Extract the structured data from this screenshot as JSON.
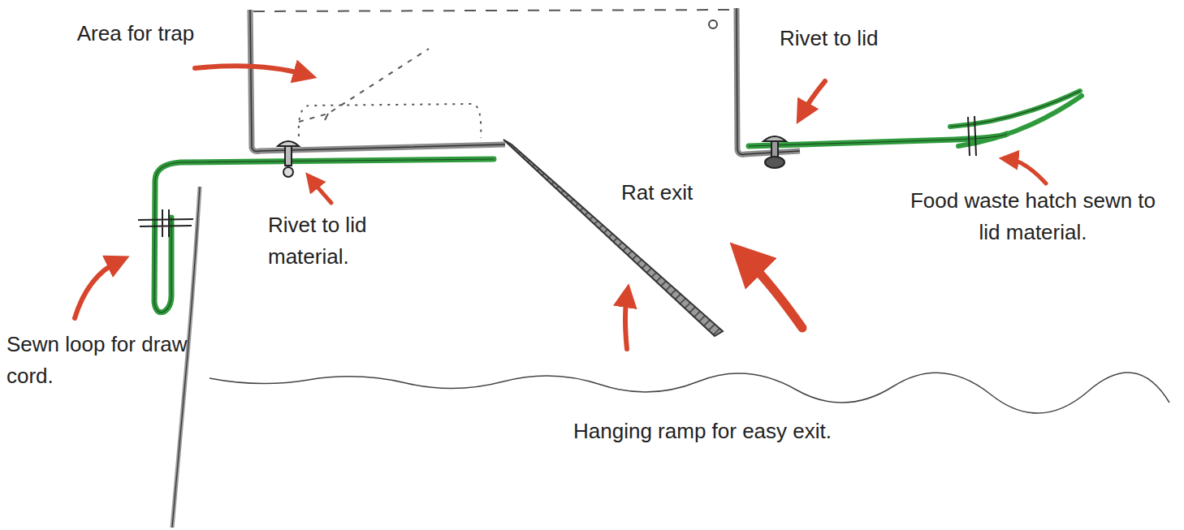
{
  "diagram": {
    "labels": [
      "Area for trap",
      "Rivet to lid material.",
      "Rat exit",
      "Hanging ramp for easy exit.",
      "Rivet to lid",
      "Food waste hatch sewn to lid material.",
      "Sewn loop for draw cord."
    ]
  }
}
